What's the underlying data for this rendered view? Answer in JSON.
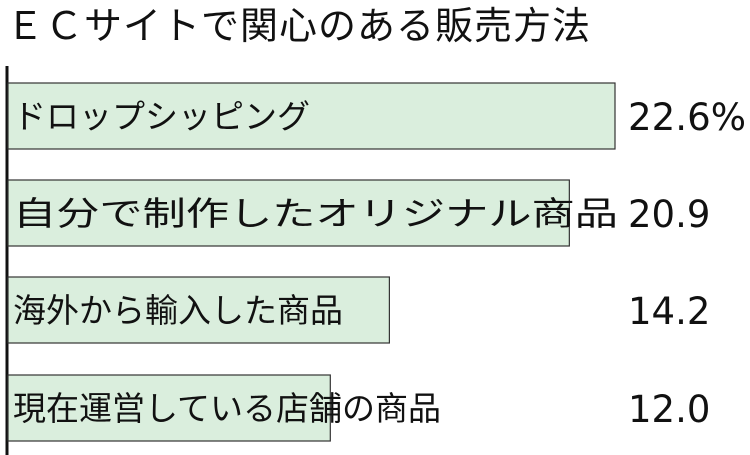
{
  "chart_data": {
    "type": "bar",
    "orientation": "horizontal",
    "title": "ＥＣサイトで関心のある販売方法",
    "categories": [
      "ドロップシッピング",
      "自分で制作したオリジナル商品",
      "海外から輸入した商品",
      "現在運営している店舗の商品"
    ],
    "values": [
      22.6,
      20.9,
      14.2,
      12.0
    ],
    "value_labels": [
      "22.6%",
      "20.9",
      "14.2",
      "12.0"
    ],
    "xlim": [
      0,
      28
    ],
    "grid": false,
    "bar_color": "#daeedd",
    "bar_edge_color": "#333333"
  }
}
